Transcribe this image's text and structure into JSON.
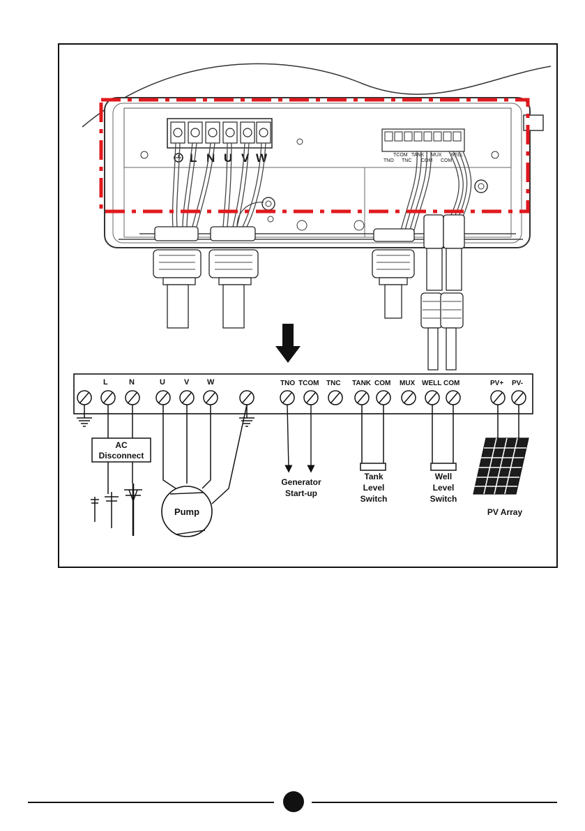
{
  "photo_labels": {
    "top_terminals": [
      "L",
      "N",
      "U",
      "V",
      "W"
    ],
    "small_top": [
      "TNC",
      "COM",
      "TANK",
      "MUX",
      "WELL"
    ],
    "small_bottom": [
      "TNO",
      "TNC",
      "COM",
      "COM"
    ]
  },
  "strip_labels": {
    "L": "L",
    "N": "N",
    "U": "U",
    "V": "V",
    "W": "W",
    "TNO": "TNO",
    "TCOM": "TCOM",
    "TNC": "TNC",
    "TANK": "TANK",
    "TANK_COM": "COM",
    "MUX": "MUX",
    "WELL": "WELL",
    "WELL_COM": "COM",
    "PV_PLUS": "PV+",
    "PV_MINUS": "PV-"
  },
  "devices": {
    "ac_disconnect": [
      "AC",
      "Disconnect"
    ],
    "pump": "Pump",
    "generator": [
      "Generator",
      "Start-up"
    ],
    "tank_switch": [
      "Tank",
      "Level",
      "Switch"
    ],
    "well_switch": [
      "Well",
      "Level",
      "Switch"
    ],
    "pv_array": "PV Array"
  },
  "colors": {
    "highlight": "#e0191e",
    "ink": "#111111"
  }
}
